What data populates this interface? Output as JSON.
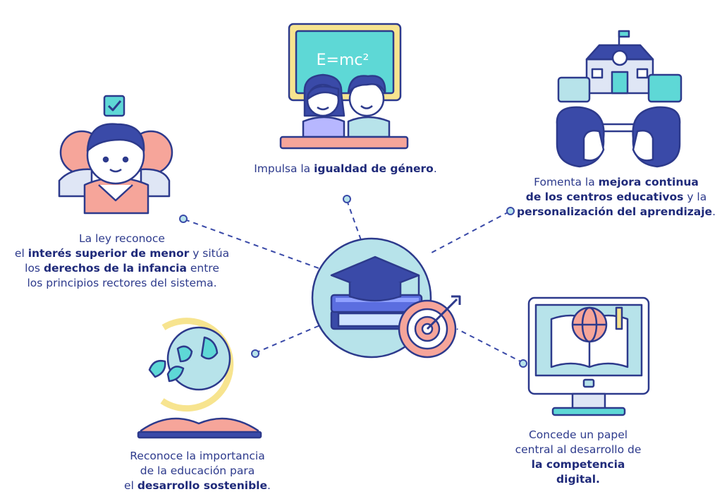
{
  "colors": {
    "navy": "#2d3a8c",
    "outline": "#3a4aa8",
    "teal": "#5ed8d6",
    "light_blue": "#b7e3ea",
    "pink": "#f6a59a",
    "yellow": "#f7e48f",
    "skin": "#ffffff"
  },
  "center": {
    "icon": "graduation-cap-books-target-icon"
  },
  "nodes": [
    {
      "id": "gender",
      "icon": "students-chalkboard-icon",
      "chalkboard_formula": "E=mc²",
      "text": [
        {
          "t": "Impulsa la "
        },
        {
          "t": "igualdad de género",
          "b": true
        },
        {
          "t": "."
        }
      ]
    },
    {
      "id": "child-rights",
      "icon": "child-checkmark-icon",
      "text": [
        {
          "t": "La ley reconoce"
        },
        {
          "br": true
        },
        {
          "t": "el "
        },
        {
          "t": "interés superior de menor",
          "b": true
        },
        {
          "t": " y sitúa"
        },
        {
          "br": true
        },
        {
          "t": "los "
        },
        {
          "t": "derechos de la infancia",
          "b": true
        },
        {
          "t": " entre"
        },
        {
          "br": true
        },
        {
          "t": "los principios rectores del sistema."
        }
      ]
    },
    {
      "id": "improvement",
      "icon": "school-dialogue-icon",
      "text": [
        {
          "t": "Fomenta la "
        },
        {
          "t": "mejora continua",
          "b": true
        },
        {
          "br": true
        },
        {
          "t": "de los centros educativos",
          "b": true
        },
        {
          "t": " y la"
        },
        {
          "br": true
        },
        {
          "t": "personalización del aprendizaje",
          "b": true
        },
        {
          "t": "."
        }
      ]
    },
    {
      "id": "sustainability",
      "icon": "globe-book-sprout-icon",
      "text": [
        {
          "t": "Reconoce la importancia"
        },
        {
          "br": true
        },
        {
          "t": "de la educación para"
        },
        {
          "br": true
        },
        {
          "t": "el "
        },
        {
          "t": "desarrollo sostenible",
          "b": true
        },
        {
          "t": "."
        }
      ]
    },
    {
      "id": "digital",
      "icon": "monitor-ebook-icon",
      "text": [
        {
          "t": "Concede un papel"
        },
        {
          "br": true
        },
        {
          "t": "central al desarrollo de"
        },
        {
          "br": true
        },
        {
          "t": "la competencia",
          "b": true
        },
        {
          "br": true
        },
        {
          "t": "digital.",
          "b": true
        }
      ]
    }
  ]
}
